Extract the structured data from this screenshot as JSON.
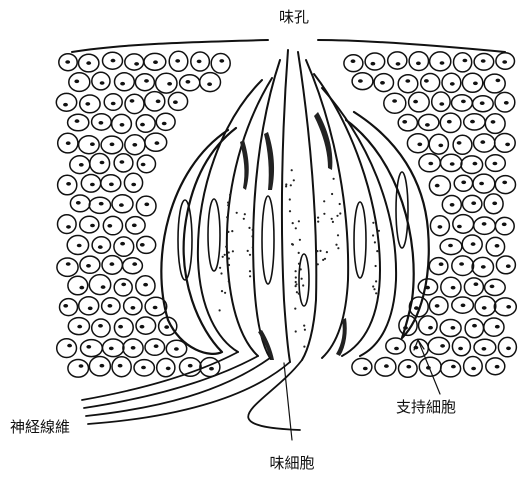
{
  "labels": {
    "taste_pore": "味孔",
    "nerve_fiber": "神経線維",
    "support_cell": "支持細胞",
    "taste_cell": "味細胞"
  }
}
